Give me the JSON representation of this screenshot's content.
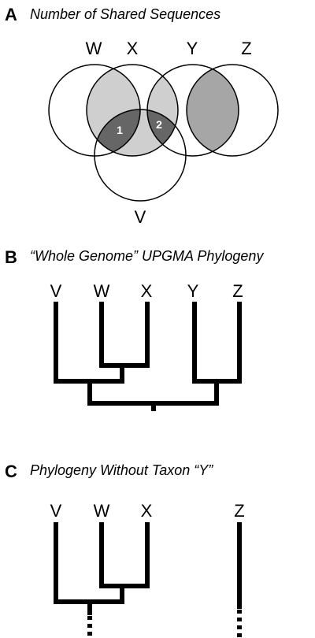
{
  "panel_a": {
    "letter": "A",
    "title": "Number of Shared Sequences",
    "taxa": [
      "W",
      "X",
      "Y",
      "Z",
      "V"
    ],
    "region_labels": [
      "1",
      "2"
    ],
    "colors": {
      "light": "#cfcfcf",
      "mid": "#a6a6a6",
      "dark": "#666666"
    }
  },
  "panel_b": {
    "letter": "B",
    "title": "“Whole Genome” UPGMA Phylogeny",
    "taxa": [
      "V",
      "W",
      "X",
      "Y",
      "Z"
    ]
  },
  "panel_c": {
    "letter": "C",
    "title": "Phylogeny Without Taxon “Y”",
    "taxa": [
      "V",
      "W",
      "X",
      "Z"
    ]
  }
}
